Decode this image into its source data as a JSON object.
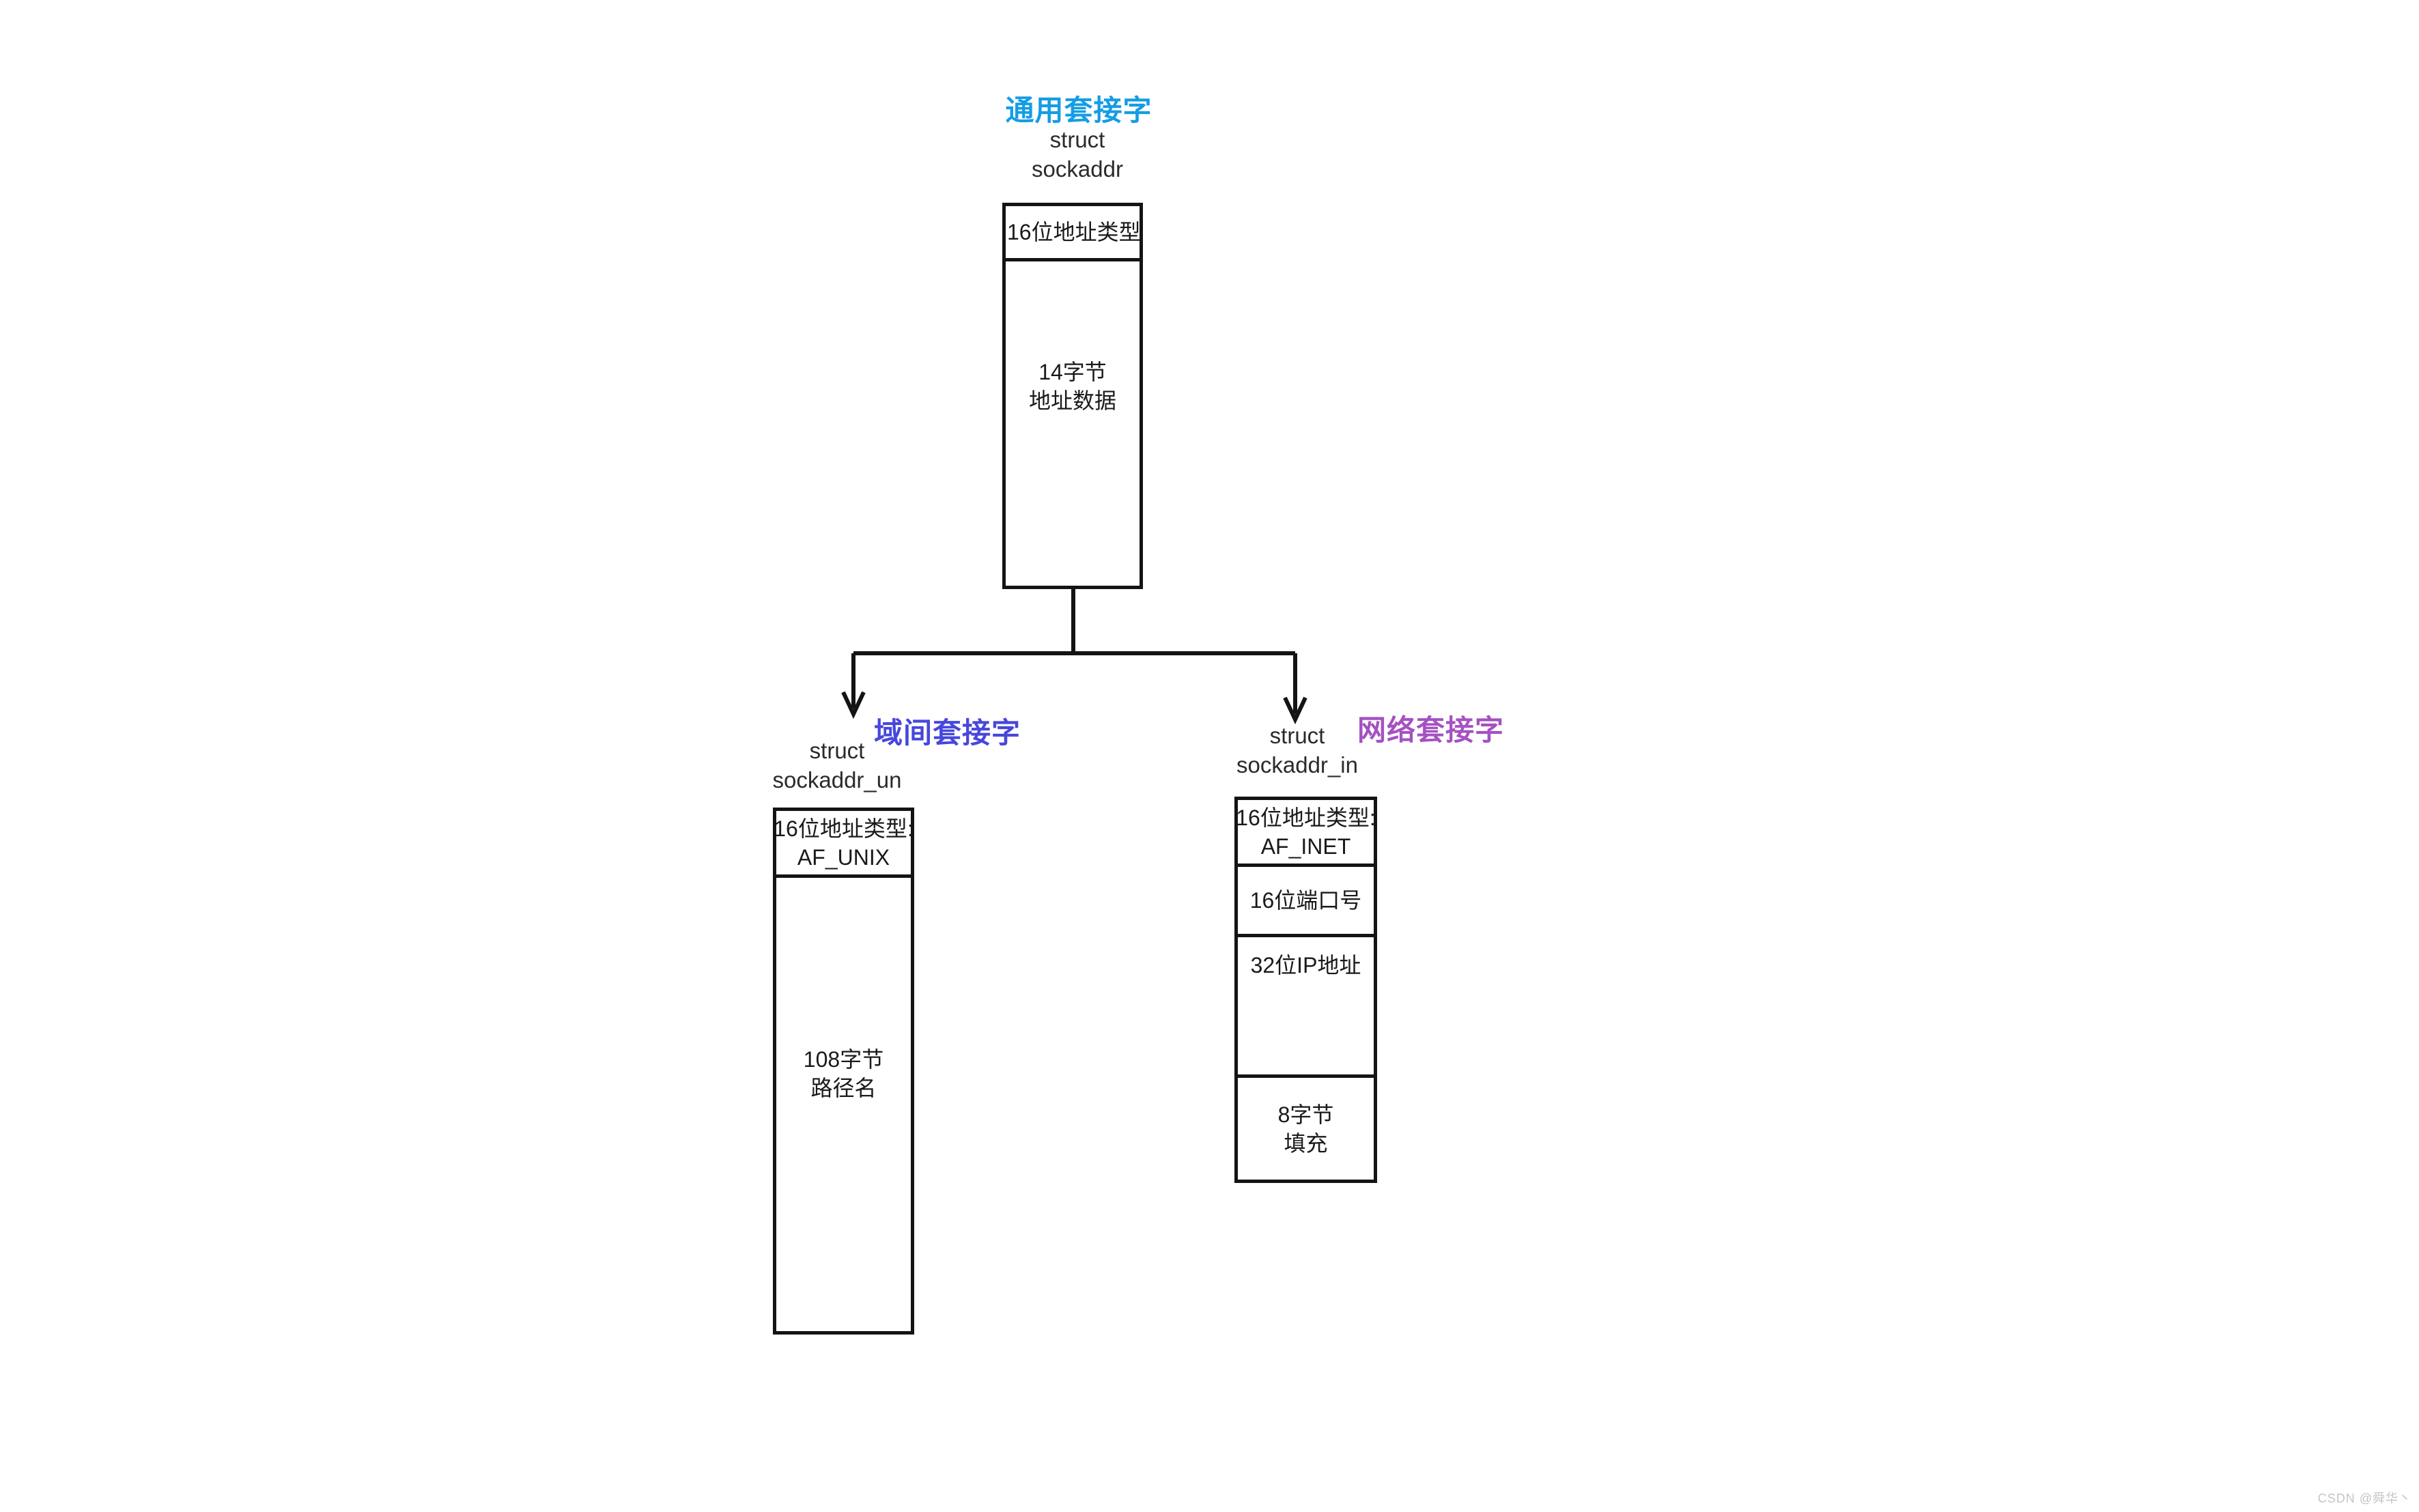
{
  "generic": {
    "title": "通用套接字",
    "struct_lines": [
      "struct",
      "sockaddr"
    ],
    "cells": {
      "type": "16位地址类型",
      "data_lines": [
        "14字节",
        "地址数据"
      ]
    }
  },
  "unix": {
    "title": "域间套接字",
    "struct_lines": [
      "struct",
      "sockaddr_un"
    ],
    "cells": {
      "type_lines": [
        "16位地址类型:",
        "AF_UNIX"
      ],
      "path_lines": [
        "108字节",
        "路径名"
      ]
    }
  },
  "inet": {
    "title": "网络套接字",
    "struct_lines": [
      "struct",
      "sockaddr_in"
    ],
    "cells": {
      "type_lines": [
        "16位地址类型:",
        "AF_INET"
      ],
      "port": "16位端口号",
      "ip": "32位IP地址",
      "pad_lines": [
        "8字节",
        "填充"
      ]
    }
  },
  "watermark": "CSDN @舜华丶",
  "colors": {
    "generic_title": "#149de4",
    "unix_title": "#4747dd",
    "inet_title": "#a551c2",
    "line": "#141414",
    "watermark": "#c4c4c4"
  }
}
